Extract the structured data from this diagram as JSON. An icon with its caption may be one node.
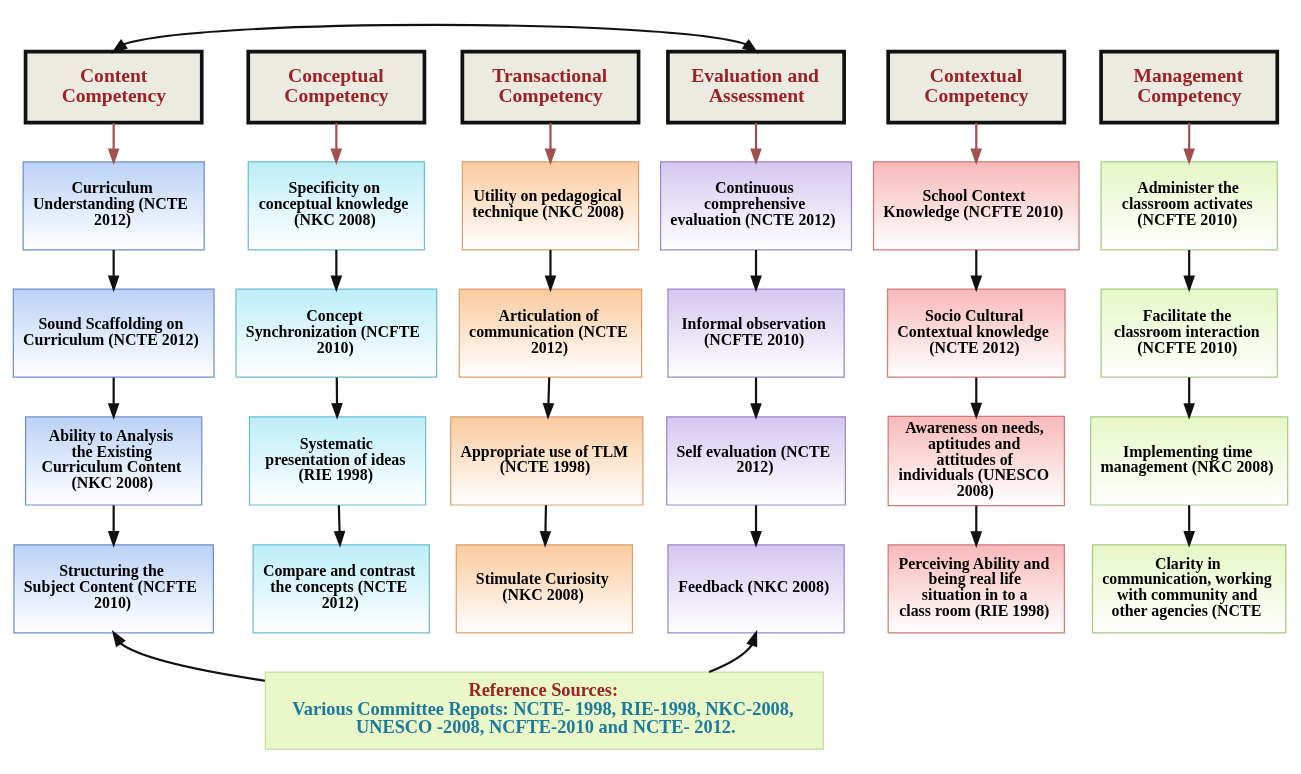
{
  "diagram": {
    "nodes": [
      {
        "text": [
          "Content Competency"
        ]
      },
      {
        "text": [
          "Contextual Competency"
        ]
      },
      {
        "text": [
          "Conceptual Competency"
        ]
      },
      {
        "text": [
          "Transactional Competency"
        ]
      },
      {
        "text": [
          "Management Competency"
        ]
      },
      {
        "text": [
          "Evaluation and Assessment"
        ]
      },
      {
        "text": [
          "Curriculum Understanding (NCTE 2012)"
        ]
      },
      {
        "text": [
          "School Context Knowledge (NCFTE 2010)"
        ]
      },
      {
        "text": [
          "Specificity on conceptual knowledge (NKC 2008)"
        ]
      },
      {
        "text": [
          "Utility on pedagogical technique (NKC 2008)"
        ]
      },
      {
        "text": [
          "Administer the classroom activates (NCFTE 2010)"
        ]
      },
      {
        "text": [
          "Continuous comprehensive evaluation (NCTE 2012)"
        ]
      },
      {
        "text": [
          "Sound Scaffolding on Curriculum (NCTE 2012)"
        ]
      },
      {
        "text": [
          "Socio Cultural Contextual knowledge (NCTE 2012)"
        ]
      },
      {
        "text": [
          "Concept Synchronization (NCFTE 2010)"
        ]
      },
      {
        "text": [
          "Articulation of communication (NCTE 2012)"
        ]
      },
      {
        "text": [
          "Facilitate the classroom interaction (NCFTE 2010)"
        ]
      },
      {
        "text": [
          "Informal observation (NCFTE 2010)"
        ]
      },
      {
        "text": [
          "Ability to Analysis the Existing Curriculum Content (NKC 2008)"
        ]
      },
      {
        "text": [
          "Awareness on needs, aptitudes and attitudes of individuals (UNESCO 2008)"
        ]
      },
      {
        "text": [
          "Systematic presentation of ideas (RIE 1998)"
        ]
      },
      {
        "text": [
          "Appropriate use of TLM (NCTE 1998)"
        ]
      },
      {
        "text": [
          "Implementing time management (NKC 2008)"
        ]
      },
      {
        "text": [
          "Self evaluation (NCTE 2012)"
        ]
      },
      {
        "text": [
          "Structuring the Subject Content (NCFTE 2010)"
        ]
      },
      {
        "text": [
          "Perceiving Ability and being real life situation in to a class room (RIE 1998)"
        ]
      },
      {
        "text": [
          "Compare and contrast the concepts (NCTE 2012)"
        ]
      },
      {
        "text": [
          "Stimulate Curiosity (NKC 2008)"
        ]
      },
      {
        "text": [
          "Clarity in communication, working with community and other agencies (NCTE"
        ]
      },
      {
        "text": [
          "Feedback (NKC 2008)"
        ]
      },
      {
        "text": [
          "Reference Sources:",
          "Various Committee Repots: NCTE- 1998, RIE-1998, NKC-2008, UNESCO -2008, NCFTE-2010 and NCTE- 2012."
        ]
      }
    ],
    "edges": [
      {
        "from": 0,
        "to": 5,
        "arrow": "both"
      },
      {
        "from": 0,
        "to": 6,
        "arrow": "to",
        "color": "#a0504f"
      },
      {
        "from": 1,
        "to": 7,
        "arrow": "to",
        "color": "#a0504f"
      },
      {
        "from": 2,
        "to": 8,
        "arrow": "to",
        "color": "#a0504f"
      },
      {
        "from": 3,
        "to": 9,
        "arrow": "to",
        "color": "#a0504f"
      },
      {
        "from": 4,
        "to": 10,
        "arrow": "to",
        "color": "#a0504f"
      },
      {
        "from": 5,
        "to": 11,
        "arrow": "to",
        "color": "#a0504f"
      },
      {
        "from": 6,
        "to": 12,
        "arrow": "to"
      },
      {
        "from": 7,
        "to": 13,
        "arrow": "to"
      },
      {
        "from": 8,
        "to": 14,
        "arrow": "to"
      },
      {
        "from": 9,
        "to": 15,
        "arrow": "to"
      },
      {
        "from": 10,
        "to": 16,
        "arrow": "to"
      },
      {
        "from": 11,
        "to": 17,
        "arrow": "to"
      },
      {
        "from": 12,
        "to": 18,
        "arrow": "to"
      },
      {
        "from": 13,
        "to": 19,
        "arrow": "to"
      },
      {
        "from": 14,
        "to": 20,
        "arrow": "to"
      },
      {
        "from": 15,
        "to": 21,
        "arrow": "to"
      },
      {
        "from": 16,
        "to": 22,
        "arrow": "to"
      },
      {
        "from": 17,
        "to": 23,
        "arrow": "to"
      },
      {
        "from": 18,
        "to": 24,
        "arrow": "to"
      },
      {
        "from": 19,
        "to": 25,
        "arrow": "to"
      },
      {
        "from": 20,
        "to": 26,
        "arrow": "to"
      },
      {
        "from": 21,
        "to": 27,
        "arrow": "to"
      },
      {
        "from": 22,
        "to": 28,
        "arrow": "to"
      },
      {
        "from": 23,
        "to": 29,
        "arrow": "to"
      },
      {
        "from": 30,
        "to": 24,
        "arrow": "to"
      },
      {
        "from": 30,
        "to": 29,
        "arrow": "to"
      }
    ]
  }
}
